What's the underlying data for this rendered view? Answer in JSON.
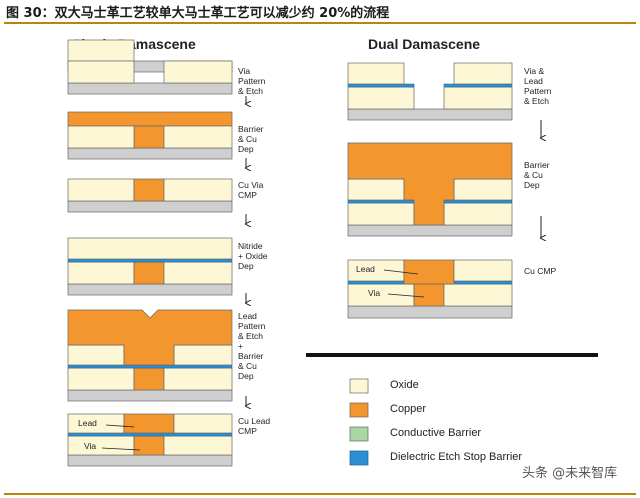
{
  "header": {
    "title": "图 30：双大马士革工艺较单大马士革工艺可以减少约 20%的流程"
  },
  "single": {
    "heading": "Single Damascene",
    "steps": [
      "Via\nPattern\n& Etch",
      "Barrier\n& Cu\nDep",
      "Cu Via\nCMP",
      "Nitride\n+ Oxide\nDep",
      "Lead\nPattern\n& Etch\n+\nBarrier\n& Cu\nDep",
      "Cu Lead\nCMP"
    ],
    "lead_label": "Lead",
    "via_label": "Via"
  },
  "dual": {
    "heading": "Dual Damascene",
    "steps": [
      "Via &\nLead\nPattern\n& Etch",
      "Barrier\n& Cu\nDep",
      "Cu CMP"
    ],
    "lead_label": "Lead",
    "via_label": "Via"
  },
  "legend": [
    {
      "label": "Oxide",
      "color": "#fdf7d6"
    },
    {
      "label": "Copper",
      "color": "#f4962e"
    },
    {
      "label": "Conductive Barrier",
      "color": "#a9d6a3"
    },
    {
      "label": "Dielectric Etch Stop Barrier",
      "color": "#2d8fd3"
    }
  ],
  "watermark": "头条 @未来智库"
}
